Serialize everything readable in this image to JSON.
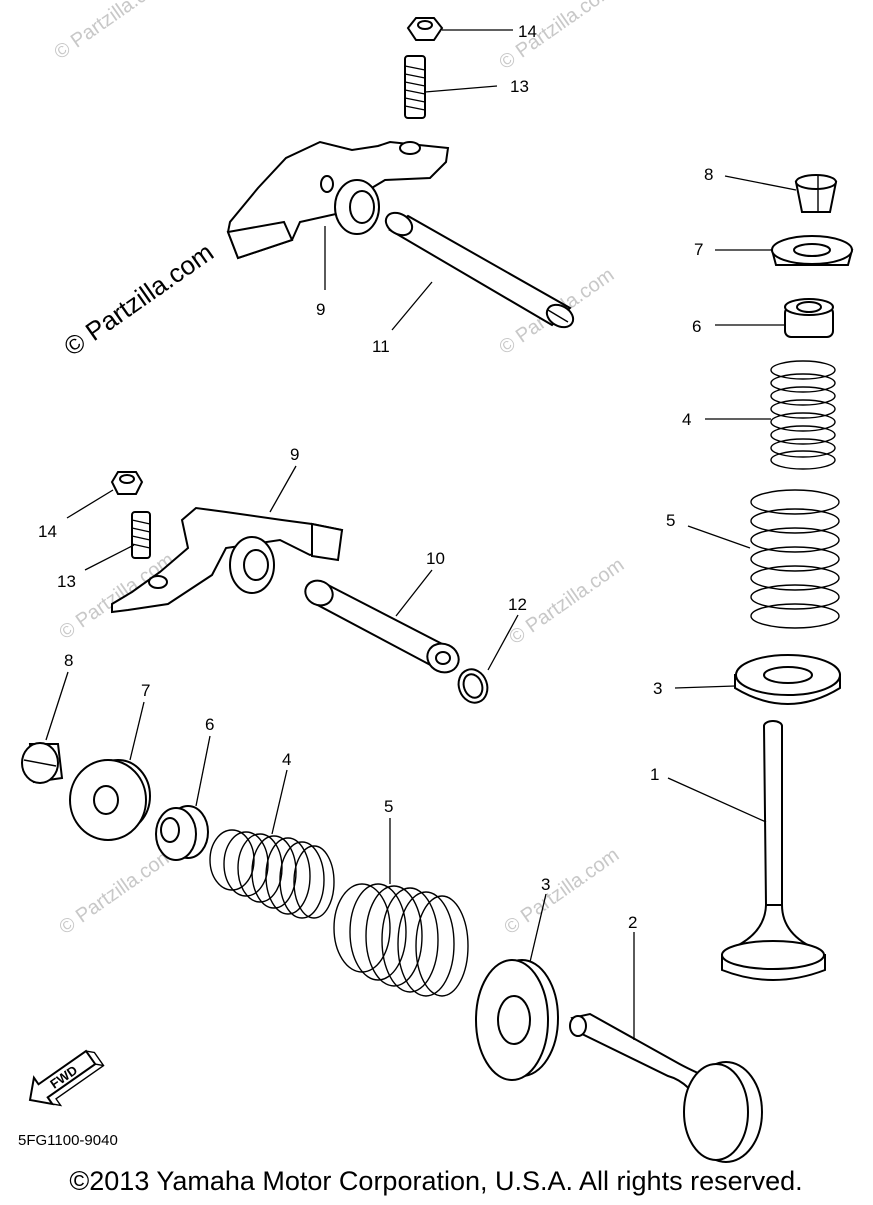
{
  "diagram": {
    "watermark_main": "© Partzilla.com",
    "watermark_faint": "© Partzilla.com",
    "diagram_code": "5FG1100-9040",
    "fwd_label": "FWD",
    "copyright": "©2013  Yamaha Motor Corporation, U.S.A. All rights reserved.",
    "callouts": [
      "14",
      "13",
      "8",
      "7",
      "9",
      "11",
      "6",
      "4",
      "9",
      "14",
      "13",
      "10",
      "12",
      "5",
      "8",
      "7",
      "6",
      "4",
      "5",
      "3",
      "1",
      "3",
      "2"
    ]
  }
}
